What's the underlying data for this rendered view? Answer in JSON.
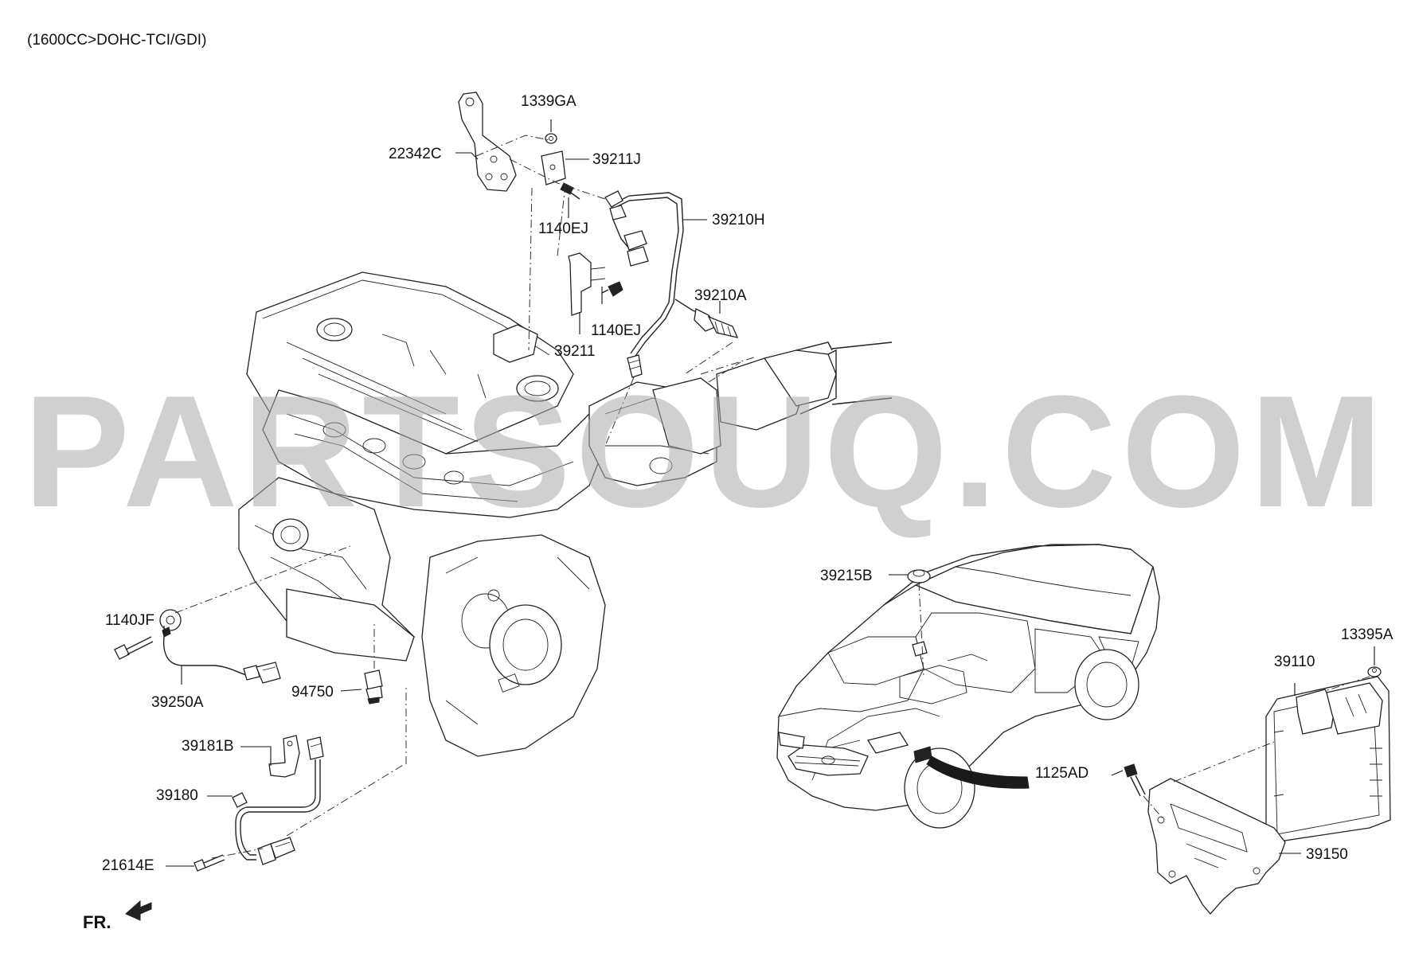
{
  "header": "(1600CC>DOHC-TCI/GDI)",
  "watermark": "PARTSOUQ.COM",
  "orientation_label": "FR.",
  "labels": {
    "l_1339GA": "1339GA",
    "l_22342C": "22342C",
    "l_39211J": "39211J",
    "l_39210H": "39210H",
    "l_1140EJ_a": "1140EJ",
    "l_39210A": "39210A",
    "l_1140EJ_b": "1140EJ",
    "l_39211": "39211",
    "l_39215B": "39215B",
    "l_1140JF": "1140JF",
    "l_39250A": "39250A",
    "l_94750": "94750",
    "l_39181B": "39181B",
    "l_39180": "39180",
    "l_21614E": "21614E",
    "l_13395A": "13395A",
    "l_39110": "39110",
    "l_1125AD": "1125AD",
    "l_39150": "39150"
  }
}
